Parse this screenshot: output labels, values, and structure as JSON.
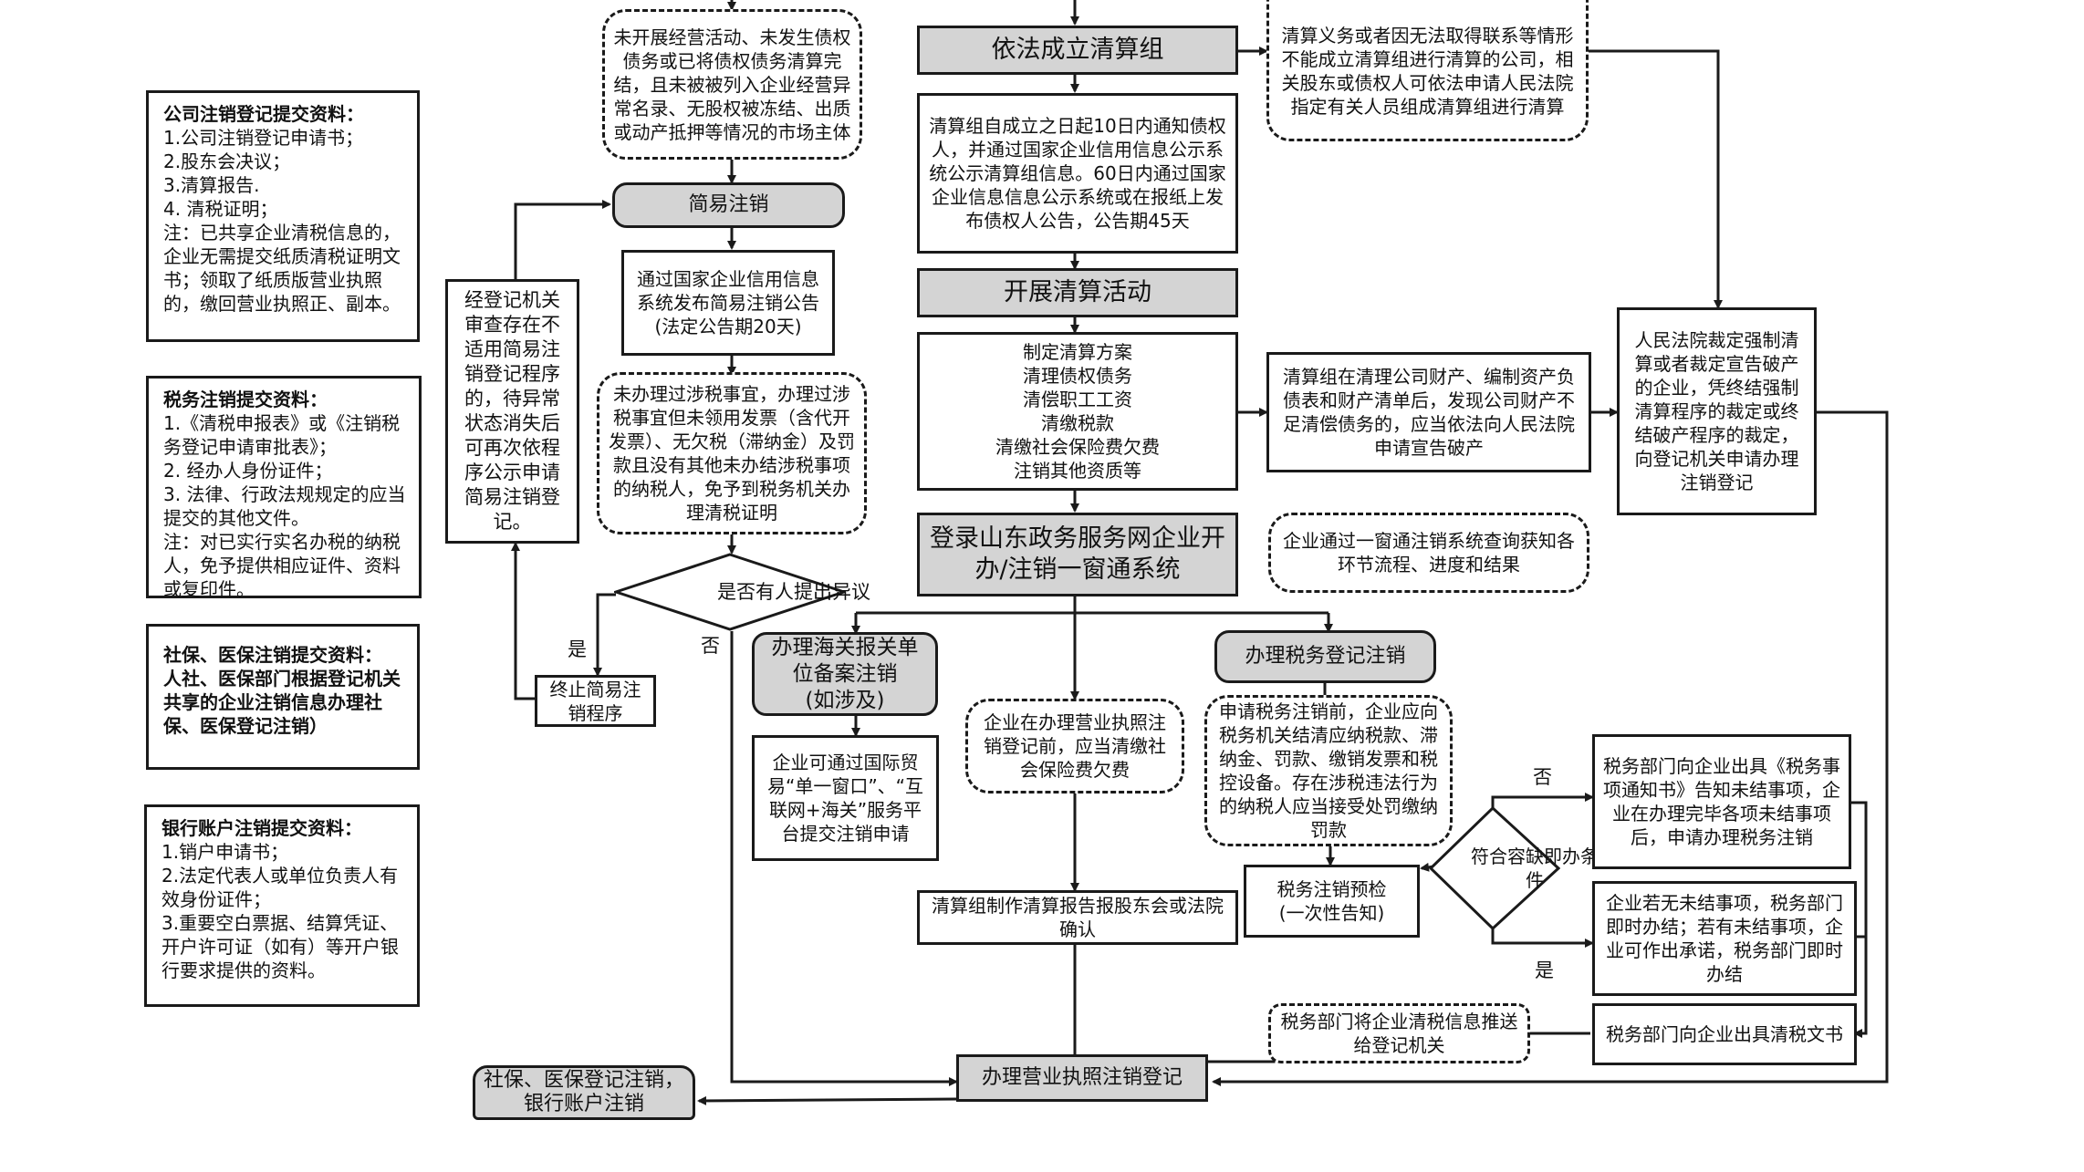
{
  "side_panels": {
    "company": {
      "title": "公司注销登记提交资料：",
      "lines": [
        "1.公司注销登记申请书；",
        "2.股东会决议；",
        "3.清算报告.",
        "4. 清税证明；",
        "注：已共享企业清税信息的，企业无需提交纸质清税证明文书；领取了纸质版营业执照的，缴回营业执照正、副本。"
      ]
    },
    "tax": {
      "title": "税务注销提交资料：",
      "lines": [
        "1.《清税申报表》或《注销税务登记申请审批表》；",
        "2. 经办人身份证件；",
        "3. 法律、行政法规规定的应当提交的其他文件。",
        "注：对已实行实名办税的纳税人，免予提供相应证件、资料或复印件。"
      ]
    },
    "social": {
      "title": "社保、医保注销提交资料：",
      "lines": [
        "人社、医保部门根据登记机关共享的企业注销信息办理社保、医保登记注销）"
      ]
    },
    "bank": {
      "title": "银行账户注销提交资料：",
      "lines": [
        "1.销户申请书；",
        "2.法定代表人或单位负责人有效身份证件；",
        "3.重要空白票据、结算凭证、开户许可证（如有）等开户银行要求提供的资料。"
      ]
    }
  },
  "simple": {
    "condition": "未开展经营活动、未发生债权债务或已将债权债务清算完结，且未被被列入企业经营异常名录、无股权被冻结、出质或动产抵押等情况的市场主体",
    "title": "简易注销",
    "announce": "通过国家企业信用信息系统发布简易注销公告\n(法定公告期20天)",
    "tax_condition": "未办理过涉税事宜，办理过涉税事宜但未领用发票（含代开发票）、无欠税（滞纳金）及罚款且没有其他未办结涉税事项的纳税人，免予到税务机关办理清税证明",
    "decision": "是否有人提出异议",
    "yes_label": "是",
    "no_label": "否",
    "terminate": "终止简易注销程序",
    "review": "经登记机关审查存在不适用简易注销登记程序的，待异常状态消失后可再次依程序公示申请简易注销登记。"
  },
  "liquidation": {
    "form_group": "依法成立清算组",
    "notify": "清算组自成立之日起10日内通知债权人，并通过国家企业信用信息公示系统公示清算组信息。60日内通过国家企业信息信息公示系统或在报纸上发布债权人公告，公告期45天",
    "activities_title": "开展清算活动",
    "activities": [
      "制定清算方案",
      "清理债权债务",
      "清偿职工工资",
      "清缴税款",
      "清缴社会保险费欠费",
      "注销其他资质等"
    ],
    "court_group": "清算义务或者因无法取得联系等情形不能成立清算组进行清算的公司，相关股东或债权人可依法申请人民法院指定有关人员组成清算组进行清算",
    "bankruptcy": "清算组在清理公司财产、编制资产负债表和财产清单后，发现公司财产不足清偿债务的，应当依法向人民法院申请宣告破产",
    "court_ruling": "人民法院裁定强制清算或者裁定宣告破产的企业，凭终结强制清算程序的裁定或终结破产程序的裁定，向登记机关申请办理注销登记"
  },
  "system": {
    "login": "登录山东政务服务网企业开办/注销一窗通系统",
    "query": "企业通过一窗通注销系统查询获知各环节流程、进度和结果"
  },
  "customs": {
    "title": "办理海关报关单位备案注销\n(如涉及)",
    "detail": "企业可通过国际贸易“单一窗口”、“互联网+海关”服务平台提交注销申请"
  },
  "social_fee": "企业在办理营业执照注销登记前，应当清缴社会保险费欠费",
  "report": "清算组制作清算报告报股东会或法院确认",
  "tax_reg": {
    "title": "办理税务登记注销",
    "detail": "申请税务注销前，企业应向税务机关结清应纳税款、滞纳金、罚款、缴销发票和税控设备。存在涉税违法行为的纳税人应当接受处罚缴纳罚款",
    "precheck": "税务注销预检\n(一次性告知)",
    "decision": "符合容缺即办条件",
    "no_label": "否",
    "yes_label": "是",
    "notice": "税务部门向企业出具《税务事项通知书》告知未结事项，企业在办理完毕各项未结事项后，申请办理税务注销",
    "instant": "企业若无未结事项，税务部门即时办结；若有未结事项，企业可作出承诺，税务部门即时办结",
    "certificate": "税务部门向企业出具清税文书",
    "push": "税务部门将企业清税信息推送给登记机关"
  },
  "license": "办理营业执照注销登记",
  "final": "社保、医保登记注销，银行账户注销"
}
